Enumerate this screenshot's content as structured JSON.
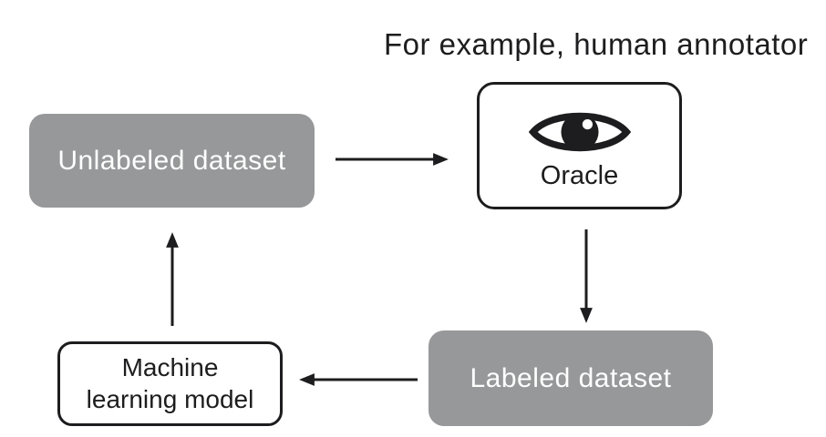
{
  "diagram": {
    "annotation": "For example, human annotator",
    "nodes": {
      "unlabeled": {
        "label": "Unlabeled dataset"
      },
      "oracle": {
        "label": "Oracle",
        "icon": "eye-icon"
      },
      "labeled": {
        "label": "Labeled dataset"
      },
      "model": {
        "lines": [
          "Machine",
          "learning model"
        ]
      }
    },
    "flow": [
      "Unlabeled dataset -> Oracle",
      "Oracle -> Labeled dataset",
      "Labeled dataset -> Machine learning model",
      "Machine learning model -> Unlabeled dataset"
    ],
    "colors": {
      "dataset_fill": "#97989a",
      "dataset_text": "#ffffff",
      "node_fill": "#ffffff",
      "line_color": "#1d1d1f",
      "background": "#ffffff"
    }
  }
}
